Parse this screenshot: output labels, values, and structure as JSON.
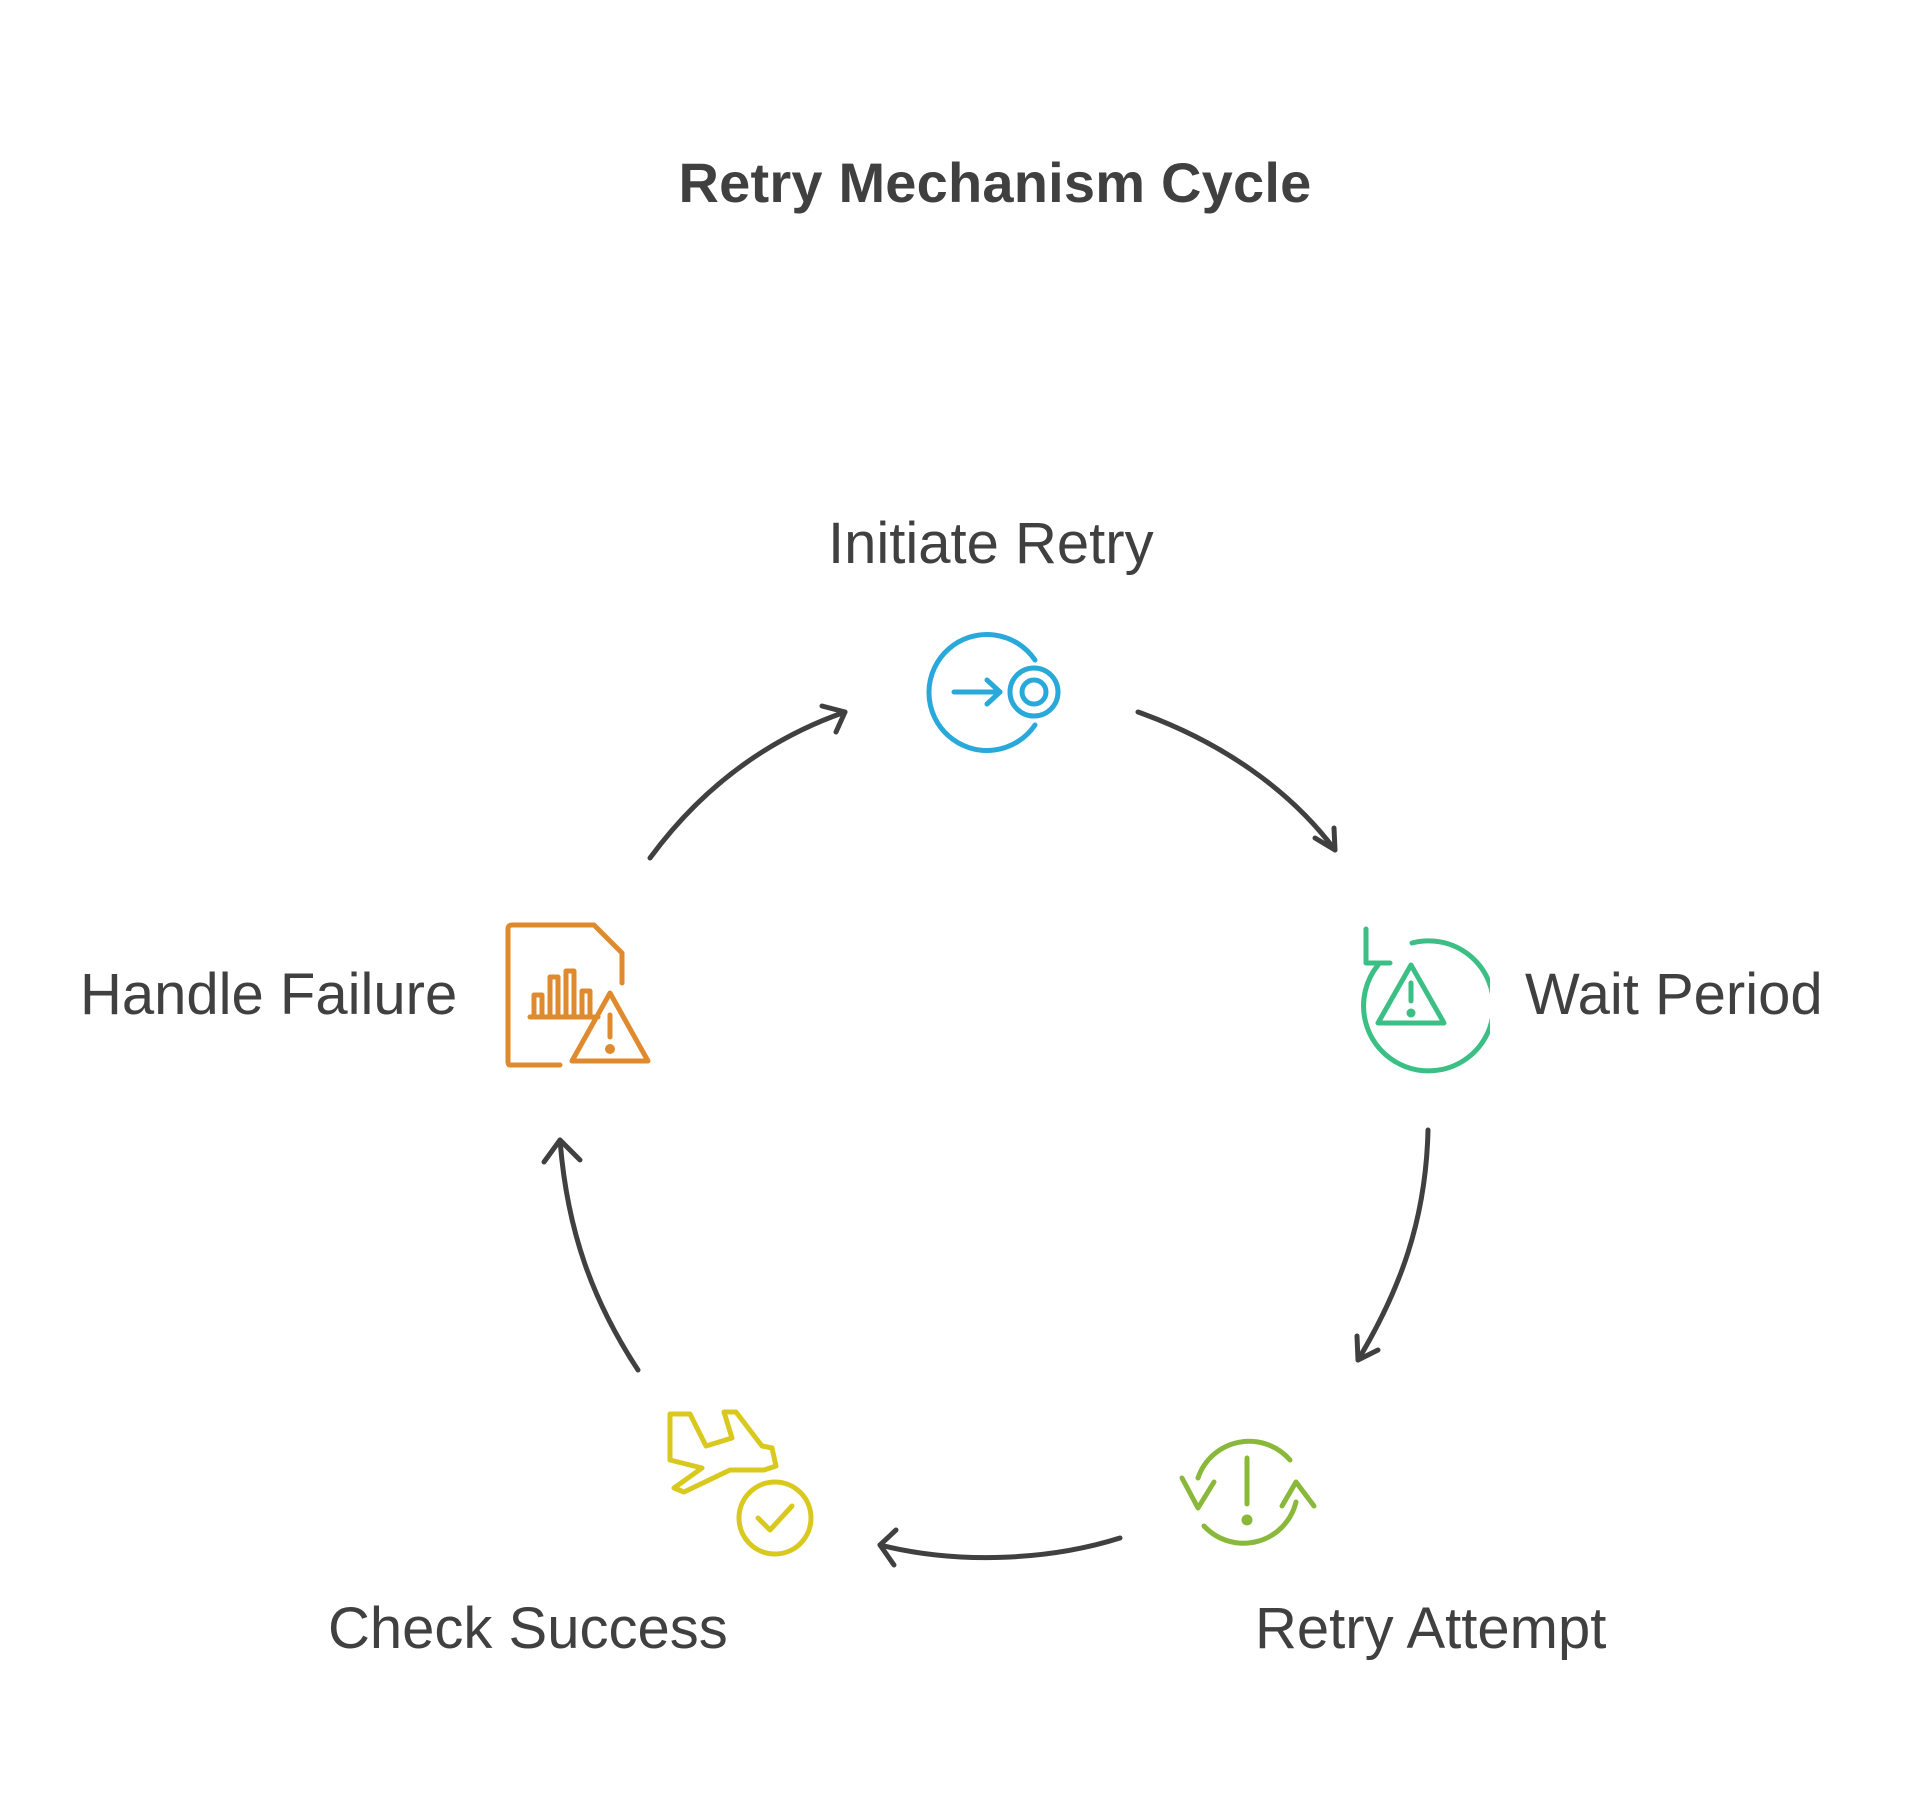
{
  "title": "Retry Mechanism Cycle",
  "steps": [
    {
      "label": "Initiate Retry",
      "icon": "arrow-into-target-icon",
      "color": "#29a9d9"
    },
    {
      "label": "Wait Period",
      "icon": "refresh-warning-icon",
      "color": "#3cbf85"
    },
    {
      "label": "Retry Attempt",
      "icon": "sync-alert-icon",
      "color": "#8ab83a"
    },
    {
      "label": "Check Success",
      "icon": "plane-check-icon",
      "color": "#d9c91e"
    },
    {
      "label": "Handle Failure",
      "icon": "document-chart-warning-icon",
      "color": "#e08a2e"
    }
  ],
  "arrow_color": "#404040"
}
